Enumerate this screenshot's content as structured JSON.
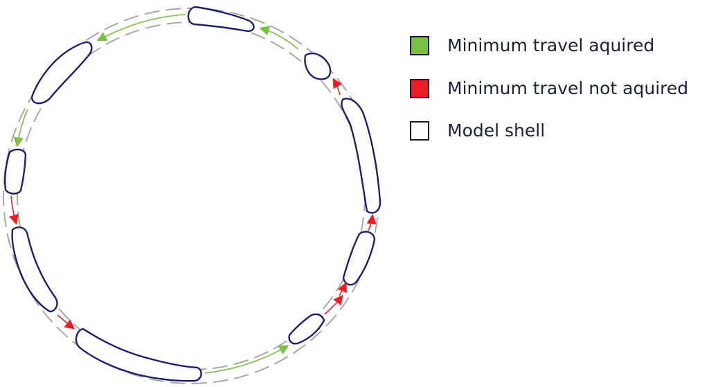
{
  "legend": [
    {
      "label": "Minimum travel aquired",
      "color": "#7ac143",
      "kind": "fill"
    },
    {
      "label": "Minimum travel not aquired",
      "color": "#ee1c24",
      "kind": "fill"
    },
    {
      "label": "Model shell",
      "color": "#ffffff",
      "kind": "outline"
    }
  ],
  "colors": {
    "shell_stroke": "#1b1f6b",
    "track_dash": "#a8a8a8",
    "travel_acquired": "#7ac143",
    "travel_not_acquired": "#ee1c24"
  }
}
